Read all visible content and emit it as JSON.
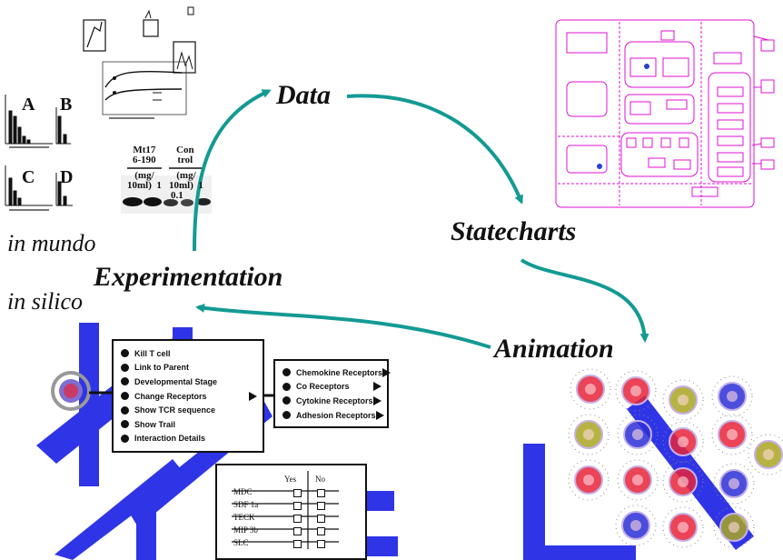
{
  "stages": {
    "data": "Data",
    "statecharts": "Statecharts",
    "animation": "Animation",
    "experimentation": "Experimentation"
  },
  "realms": {
    "in_mundo": "in mundo",
    "in_silico": "in silico"
  },
  "panel_letters": [
    "A",
    "B",
    "C",
    "D"
  ],
  "blot": {
    "mt17": "Mt17\n6-190",
    "control": "Con\ntrol",
    "conc_left": "(mg/\n10ml)  1",
    "conc_right": "(mg/\n10ml)  1",
    "conc_tail": "0.1"
  },
  "cell_menu": {
    "items": [
      "Kill T cell",
      "Link to Parent",
      "Developmental Stage",
      "Change Receptors",
      "Show TCR sequence",
      "Show Trail",
      "Interaction Details"
    ]
  },
  "receptor_menu": {
    "items": [
      "Chemokine Receptors",
      "Co Receptors",
      "Cytokine Receptors",
      "Adhesion Receptors"
    ]
  },
  "receptor_table": {
    "col_yes": "Yes",
    "col_no": "No",
    "rows": [
      "MDC",
      "SDF 1a",
      "TECK",
      "MIP 3b",
      "SLC"
    ]
  },
  "colors": {
    "cycle_arrow": "#139a93",
    "vessel": "#2f35e6",
    "statechart": "#e010d4",
    "cell_red": "#e8233a",
    "cell_olive": "#a9a622",
    "cell_blue": "#2b2fd6"
  }
}
